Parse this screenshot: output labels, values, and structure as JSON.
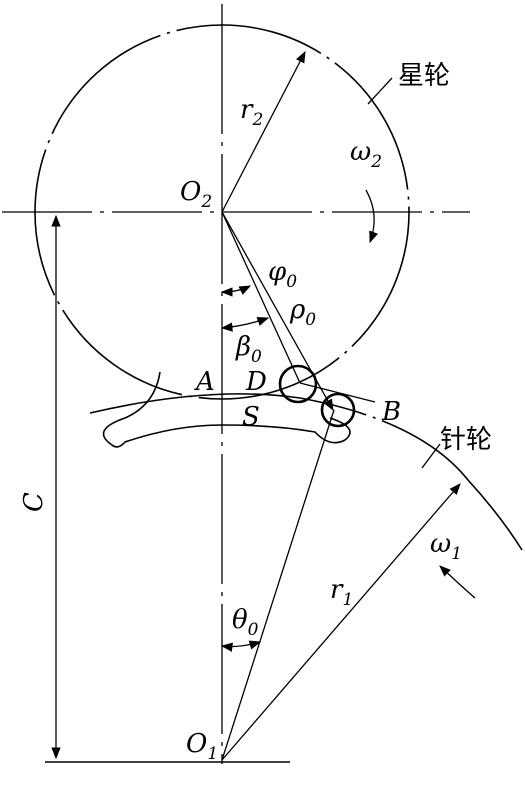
{
  "labels": {
    "r2": "r",
    "r2_sub": "2",
    "star_wheel": "星轮",
    "omega2": "ω",
    "omega2_sub": "2",
    "O2": "O",
    "O2_sub": "2",
    "phi0": "φ",
    "phi0_sub": "0",
    "rho0": "ρ",
    "rho0_sub": "0",
    "beta0": "β",
    "beta0_sub": "0",
    "A": "A",
    "D": "D",
    "S": "S",
    "B": "B",
    "pin_wheel": "针轮",
    "C": "C",
    "omega1": "ω",
    "omega1_sub": "1",
    "r1": "r",
    "r1_sub": "1",
    "theta0": "θ",
    "theta0_sub": "0",
    "O1": "O",
    "O1_sub": "1"
  }
}
